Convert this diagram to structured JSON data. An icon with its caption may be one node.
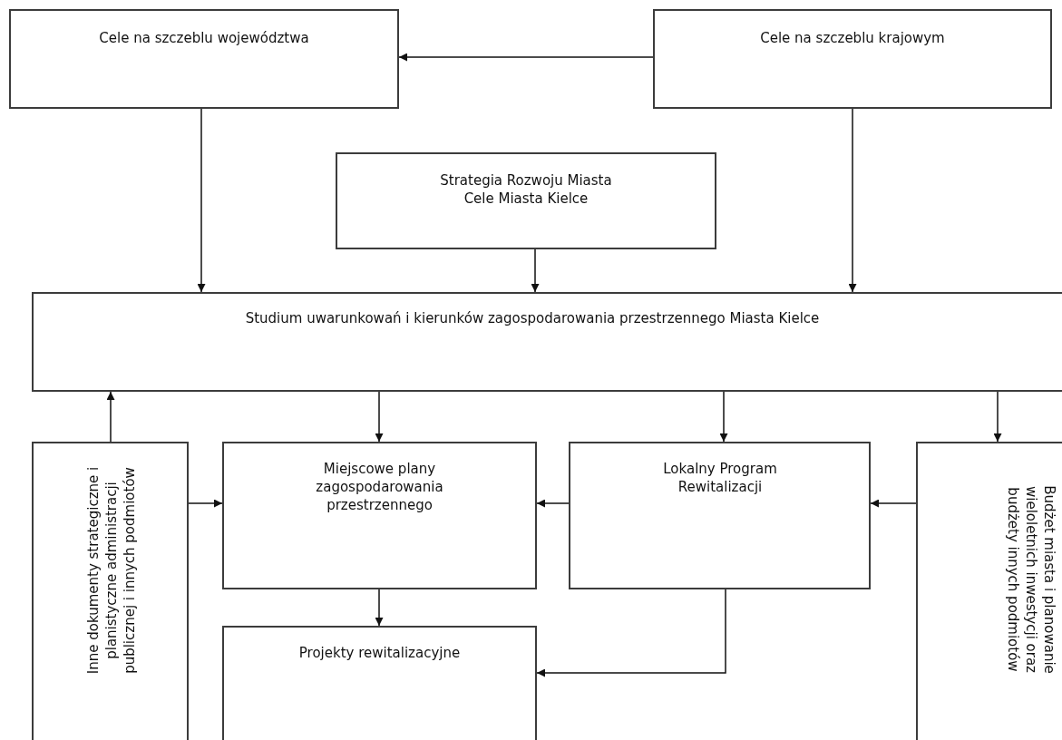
{
  "diagram": {
    "nodes": [
      {
        "text": [
          "Cele na szczeblu województwa"
        ]
      },
      {
        "text": [
          "Cele na szczeblu krajowym"
        ]
      },
      {
        "text": [
          "Strategia Rozwoju Miasta Cele Miasta Kielce"
        ]
      },
      {
        "text": [
          "Studium uwarunkowań i kierunków zagospodarowania przestrzennego Miasta Kielce"
        ]
      },
      {
        "text": [
          "Inne dokumenty strategiczne i planistyczne administracji publicznej i innych podmiotów"
        ]
      },
      {
        "text": [
          "Miejscowe plany zagospodarowania przestrzennego"
        ]
      },
      {
        "text": [
          "Lokalny Program Rewitalizacji"
        ]
      },
      {
        "text": [
          "Budżet miasta i planowanie wieloletnich inwestycji oraz budżety innych podmiotów"
        ]
      },
      {
        "text": [
          "Projekty rewitalizacyjne"
        ]
      }
    ],
    "edges": [
      {
        "from": 1,
        "to": 0,
        "arrow": "to"
      },
      {
        "from": 0,
        "to": 3,
        "arrow": "to"
      },
      {
        "from": 2,
        "to": 3,
        "arrow": "to"
      },
      {
        "from": 1,
        "to": 3,
        "arrow": "to"
      },
      {
        "from": 4,
        "to": 3,
        "arrow": "to"
      },
      {
        "from": 3,
        "to": 5,
        "arrow": "to"
      },
      {
        "from": 3,
        "to": 6,
        "arrow": "to"
      },
      {
        "from": 3,
        "to": 7,
        "arrow": "to"
      },
      {
        "from": 4,
        "to": 5,
        "arrow": "to"
      },
      {
        "from": 6,
        "to": 5,
        "arrow": "to"
      },
      {
        "from": 7,
        "to": 6,
        "arrow": "to"
      },
      {
        "from": 5,
        "to": 8,
        "arrow": "to"
      },
      {
        "from": 6,
        "to": 8,
        "arrow": "to"
      }
    ]
  }
}
